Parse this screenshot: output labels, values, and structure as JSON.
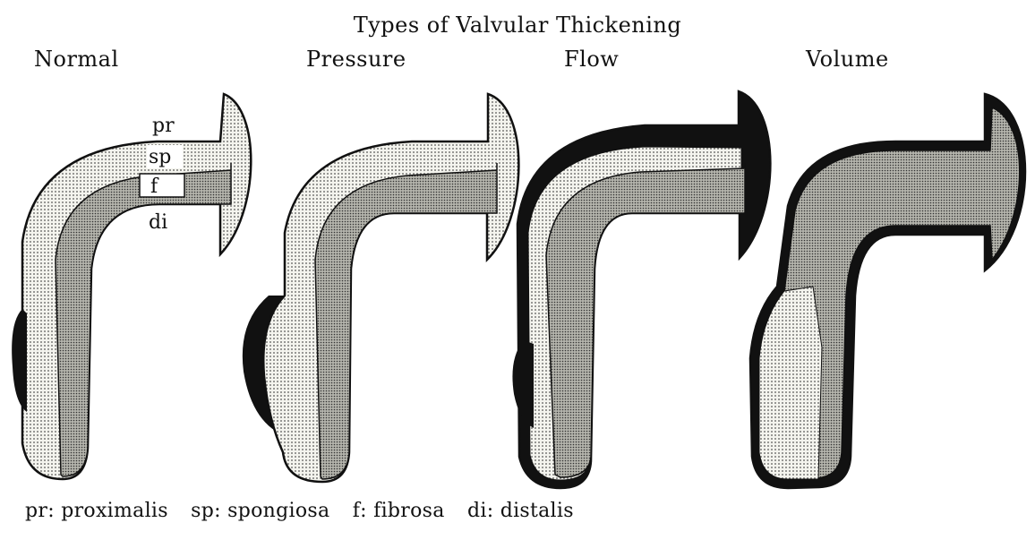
{
  "title": "Types of Valvular Thickening",
  "panels": [
    {
      "label": "Normal"
    },
    {
      "label": "Pressure"
    },
    {
      "label": "Flow"
    },
    {
      "label": "Volume"
    }
  ],
  "layer_labels": {
    "pr": "pr",
    "sp": "sp",
    "f": "f",
    "di": "di"
  },
  "legend": [
    {
      "text": "pr: proximalis"
    },
    {
      "text": "sp: spongiosa"
    },
    {
      "text": "f: fibrosa"
    },
    {
      "text": "di: distalis"
    }
  ],
  "colors": {
    "spongiosa": "#ecece4",
    "fibrosa": "#a8a8a0",
    "ink": "#111111"
  }
}
